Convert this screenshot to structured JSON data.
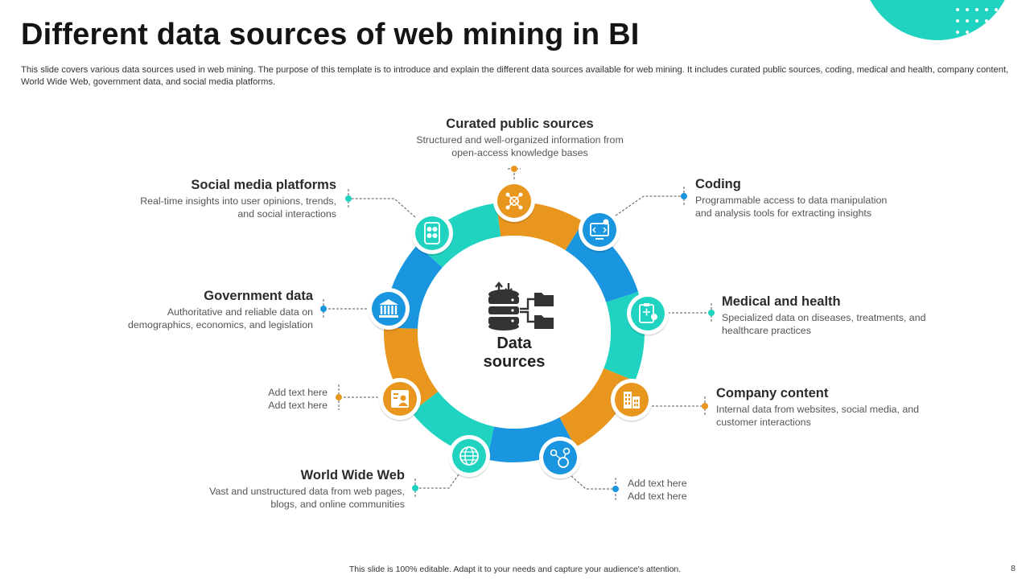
{
  "title": "Different data sources of web mining in BI",
  "subtitle": "This slide covers various data sources used in web mining. The purpose of this template is to introduce and explain the different data sources available for web mining. It includes curated public sources, coding, medical and health, company content, World Wide Web, government data, and social media platforms.",
  "center": {
    "label_line1": "Data",
    "label_line2": "sources",
    "icon": "database-folders-icon"
  },
  "colors": {
    "teal": "#1fd3c0",
    "blue": "#1a96e0",
    "orange": "#e8961e"
  },
  "sources": [
    {
      "heading": "Curated public sources",
      "line1": "Structured and well-organized  information from",
      "line2": "open-access  knowledge  bases",
      "icon": "network-gear-icon",
      "color": "orange"
    },
    {
      "heading": "Coding",
      "line1": "Programmable  access to data manipulation",
      "line2": "and analysis tools for extracting insights",
      "icon": "code-monitor-icon",
      "color": "blue"
    },
    {
      "heading": "Medical and health",
      "line1": "Specialized data on diseases, treatments, and",
      "line2": "healthcare  practices",
      "icon": "clipboard-doctor-icon",
      "color": "teal"
    },
    {
      "heading": "Company content",
      "line1": "Internal data from websites, social media, and",
      "line2": "customer interactions",
      "icon": "buildings-icon",
      "color": "orange"
    },
    {
      "heading": "",
      "line1": "Add text here",
      "line2": "Add text here",
      "icon": "money-network-icon",
      "color": "blue"
    },
    {
      "heading": "World Wide Web",
      "line1": "Vast and unstructured data from web pages,",
      "line2": "blogs, and online communities",
      "icon": "globe-icon",
      "color": "teal"
    },
    {
      "heading": "",
      "line1": "Add text here",
      "line2": "Add text here",
      "icon": "profile-document-icon",
      "color": "orange"
    },
    {
      "heading": "Government data",
      "line1": "Authoritative  and reliable data on",
      "line2": "demographics,  economics, and legislation",
      "icon": "government-building-icon",
      "color": "blue"
    },
    {
      "heading": "Social media platforms",
      "line1": "Real-time  insights into user opinions, trends,",
      "line2": "and social interactions",
      "icon": "social-phone-icon",
      "color": "teal"
    }
  ],
  "footer": "This slide is 100% editable.  Adapt it to your needs and capture your audience's attention.",
  "page_number": "8"
}
